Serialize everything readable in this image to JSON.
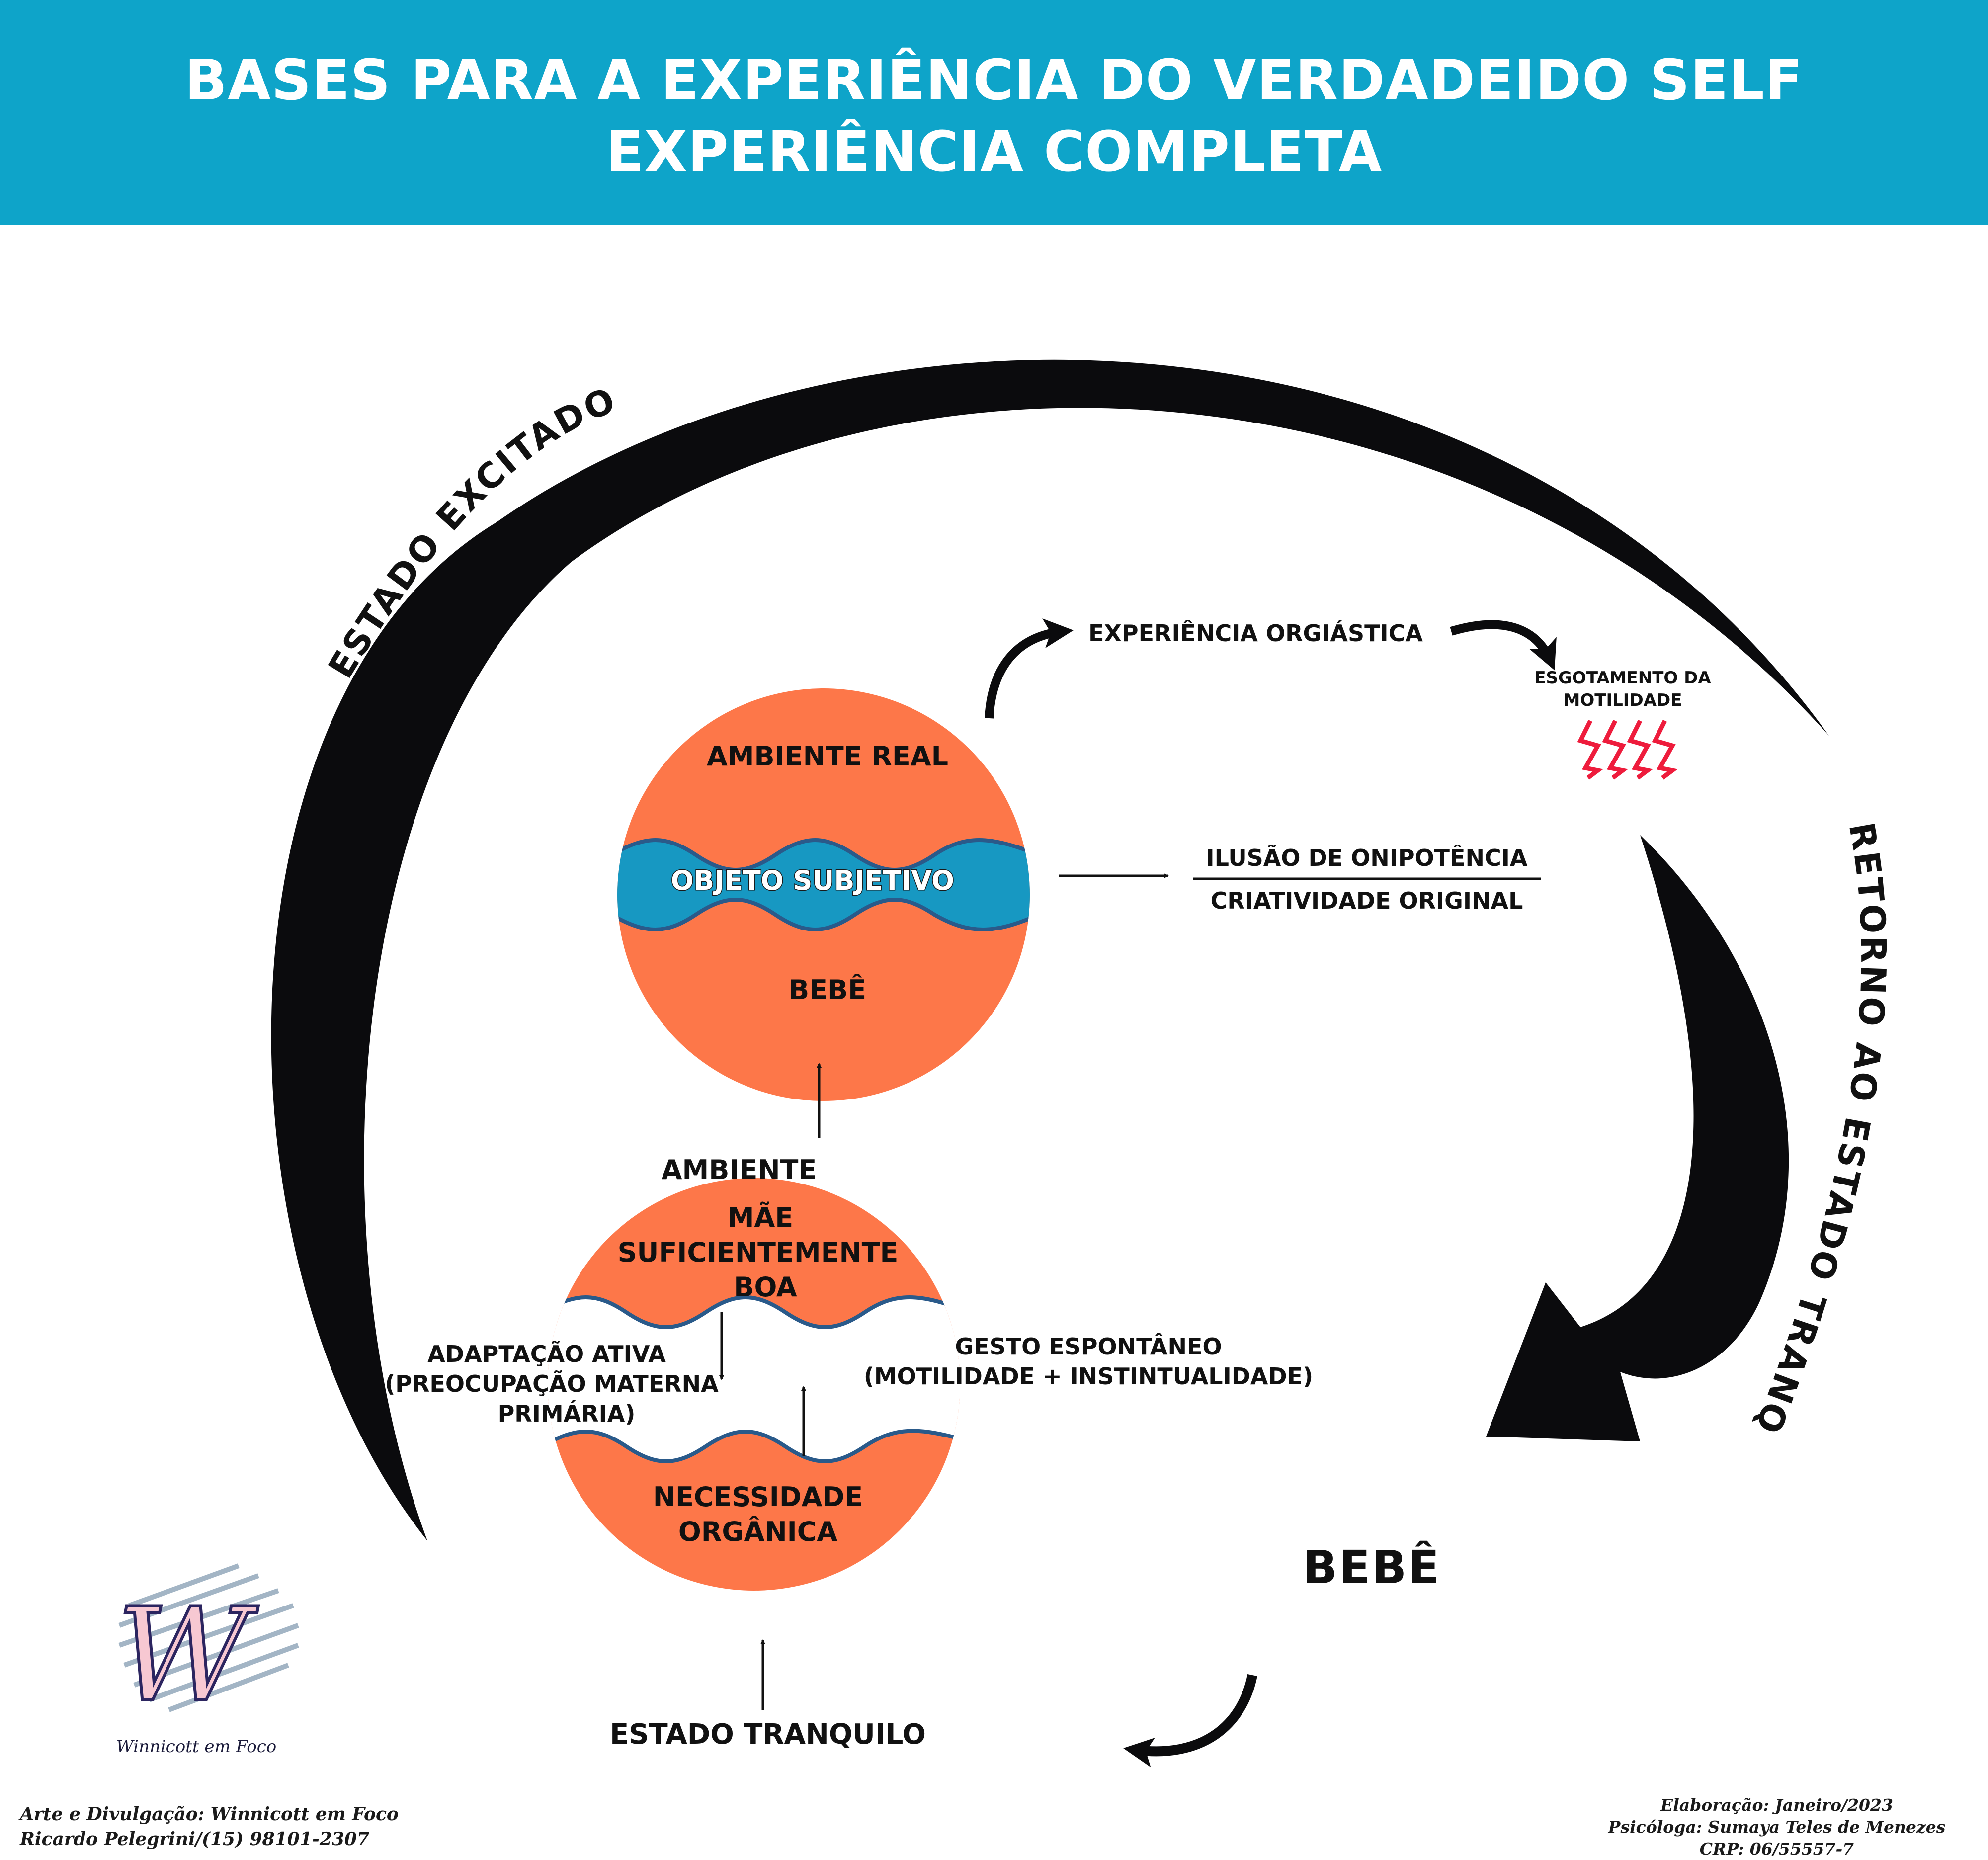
{
  "header": {
    "title_line1": "BASES PARA A EXPERIÊNCIA DO VERDADEIDO SELF",
    "title_line2": "EXPERIÊNCIA COMPLETA",
    "background_color": "#0ea4c9"
  },
  "diagram": {
    "arc_left_label": "ESTADO EXCITADO",
    "arc_right_label": "RETORNO AO ESTADO TRANQUILO",
    "upper_circle": {
      "top_label": "AMBIENTE REAL",
      "band_label": "OBJETO SUBJETIVO",
      "bottom_label": "BEBÊ"
    },
    "lower_circle": {
      "top_label_1": "AMBIENTE",
      "top_label_2": "MÃE",
      "top_label_3": "SUFICIENTEMENTE",
      "top_label_4": "BOA",
      "bottom_label_1": "NECESSIDADE",
      "bottom_label_2": "ORGÂNICA"
    },
    "adaptation": {
      "line1": "ADAPTAÇÃO ATIVA",
      "line2": "(PREOCUPAÇÃO MATERNA",
      "line3": "PRIMÁRIA)"
    },
    "gesture": {
      "line1": "GESTO ESPONTÂNEO",
      "line2": "(MOTILIDADE + INSTINTUALIDADE)"
    },
    "orgiastic_label": "EXPERIÊNCIA ORGIÁSTICA",
    "exhaustion": {
      "line1": "ESGOTAMENTO DA",
      "line2": "MOTILIDADE"
    },
    "illusion": {
      "top": "ILUSÃO DE ONIPOTÊNCIA",
      "bottom": "CRIATIVIDADE ORIGINAL"
    },
    "baby_label": "BEBÊ",
    "calm_state_label": "ESTADO TRANQUILO",
    "colors": {
      "circle_fill": "#fd7749",
      "band_fill": "#1798c2",
      "wave_stroke": "#2a5a8a",
      "arc": "#0b0b0d",
      "lightning": "#ee1c3c"
    }
  },
  "logo": {
    "letter": "W",
    "caption": "Winnicott em Foco"
  },
  "credits": {
    "left_line1": "Arte e Divulgação: Winnicott em Foco",
    "left_line2": "Ricardo Pelegrini/(15) 98101-2307",
    "right_line1": "Elaboração: Janeiro/2023",
    "right_line2": "Psicóloga: Sumaya Teles de Menezes",
    "right_line3": "CRP: 06/55557-7"
  }
}
